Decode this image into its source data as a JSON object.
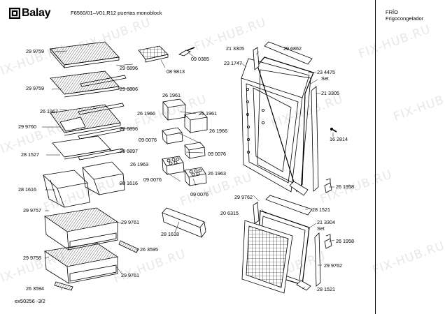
{
  "header": {
    "brand": "Balay",
    "model": "F6560/01–V01,R12 puertas monoblock",
    "category_1": "FRÍO",
    "category_2": "Frigocongelador"
  },
  "footer": {
    "code": "ex50256 -3/2"
  },
  "watermark": "FIX-HUB.RU",
  "parts": [
    "29 9759",
    "29 6896",
    "08 9813",
    "09 0385",
    "29 9759",
    "29 6896",
    "26 1967",
    "26 1961",
    "26 1966",
    "26 1961",
    "29 9760",
    "29 6896",
    "26 1966",
    "09 0076",
    "28 1527",
    "29 6897",
    "09 0076",
    "26 1963",
    "26 1963",
    "28 1616",
    "28 1616",
    "09 0076",
    "09 0076",
    "29 9757",
    "29 9761",
    "28 1618",
    "26 3595",
    "29 9758",
    "29 9761",
    "26 3594",
    "21 3305",
    "29 6862",
    "23 1747",
    "23 4475",
    "Set",
    "21 3305",
    "16 2814",
    "26 1958",
    "29 9762",
    "20 6315",
    "28 1521",
    "21 3304",
    "Set",
    "26 1958",
    "29 9762",
    "28 1521"
  ]
}
